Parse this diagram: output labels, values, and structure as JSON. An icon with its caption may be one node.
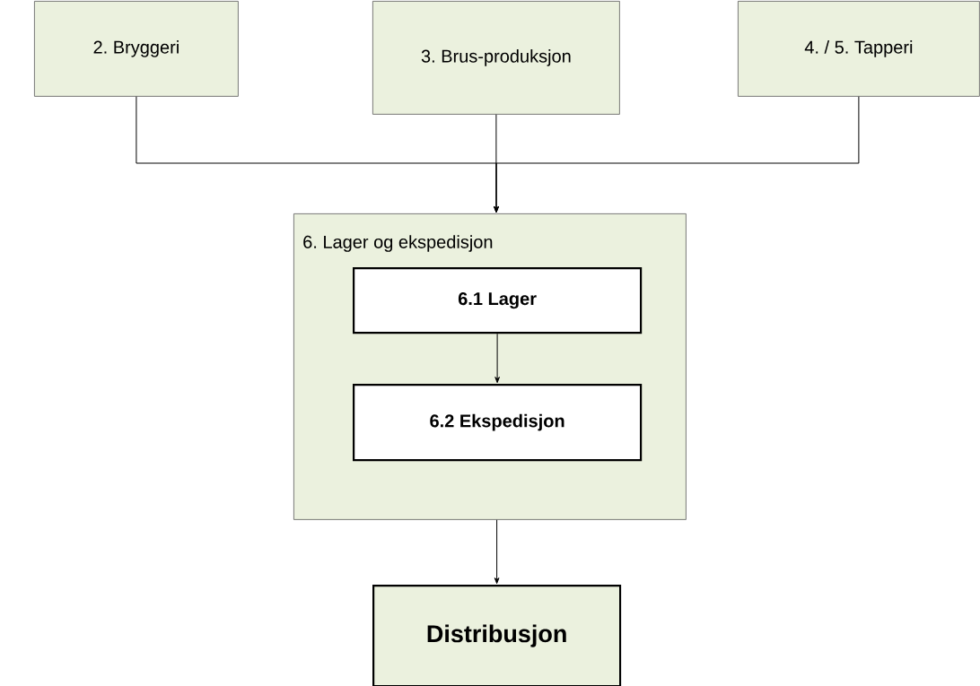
{
  "diagram": {
    "nodes": [
      {
        "text": [
          "2. Bryggeri"
        ]
      },
      {
        "text": [
          "3. Brus-produksjon"
        ]
      },
      {
        "text": [
          "4. / 5. Tapperi"
        ]
      },
      {
        "text": [
          "6. Lager og ekspedisjon"
        ]
      },
      {
        "text": [
          "6.1 Lager"
        ],
        "in": 3
      },
      {
        "text": [
          "6.2 Ekspedisjon"
        ],
        "in": 3
      },
      {
        "text": [
          "Distribusjon"
        ]
      }
    ],
    "edges": [
      {
        "from": 0,
        "to": 3,
        "arrow": "to"
      },
      {
        "from": 1,
        "to": 3,
        "arrow": "to"
      },
      {
        "from": 2,
        "to": 3,
        "arrow": "to"
      },
      {
        "from": 4,
        "to": 5,
        "arrow": "to"
      },
      {
        "from": 3,
        "to": 6,
        "arrow": "to"
      }
    ]
  }
}
